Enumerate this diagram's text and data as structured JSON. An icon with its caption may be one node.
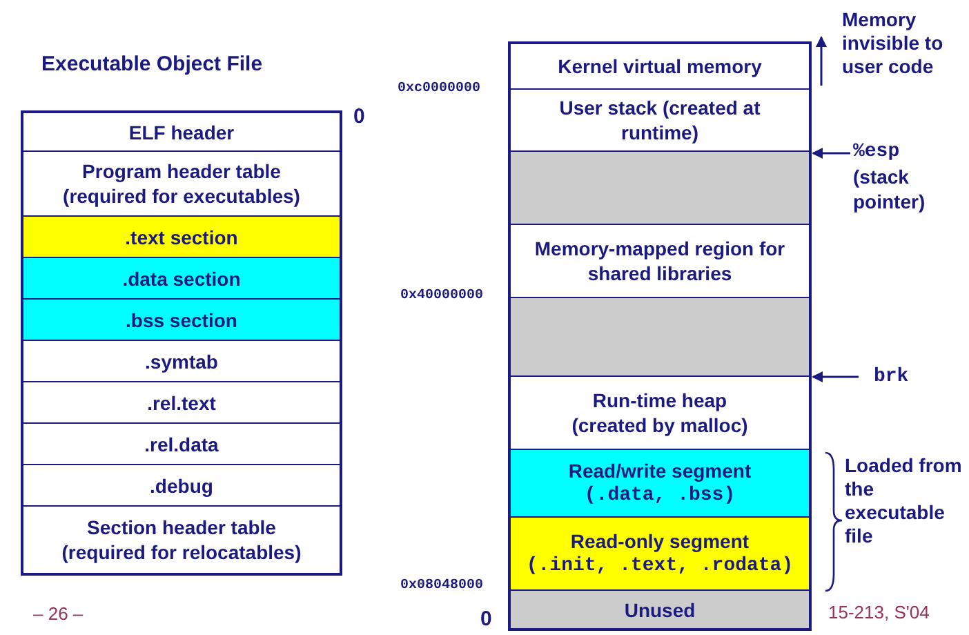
{
  "diagram": {
    "nodes": [
      {
        "text": [
          "ELF header"
        ]
      },
      {
        "text": [
          "Program header table (required for executables)"
        ]
      },
      {
        "text": [
          ".text section"
        ]
      },
      {
        "text": [
          ".data section"
        ]
      },
      {
        "text": [
          ".bss section"
        ]
      },
      {
        "text": [
          ".symtab"
        ]
      },
      {
        "text": [
          ".rel.text"
        ]
      },
      {
        "text": [
          ".rel.data"
        ]
      },
      {
        "text": [
          ".debug"
        ]
      },
      {
        "text": [
          "Section header table (required for relocatables)"
        ]
      },
      {
        "text": [
          "Kernel virtual memory"
        ]
      },
      {
        "text": [
          "User stack (created at runtime)"
        ]
      },
      {
        "text": [],
        "shape": "box"
      },
      {
        "text": [
          "Memory-mapped region for shared libraries"
        ]
      },
      {
        "text": [],
        "shape": "box"
      },
      {
        "text": [
          "Run-time heap (created by malloc)"
        ]
      },
      {
        "text": [
          "Read/write segment",
          "(.data, .bss)"
        ]
      },
      {
        "text": [
          "Read-only segment",
          "(.init, .text, .rodata)"
        ]
      },
      {
        "text": [
          "Unused"
        ]
      },
      {
        "text": [
          "%esp",
          "(stack pointer)"
        ]
      },
      {
        "text": [
          "brk"
        ]
      }
    ],
    "edges": [
      {
        "from": 19,
        "to": 11,
        "arrow": "to"
      },
      {
        "from": 20,
        "to": 15,
        "arrow": "to"
      }
    ],
    "labels": [
      "Executable Object File",
      "Memory invisible to user code",
      "0xc0000000",
      "0",
      "0x40000000",
      "Loaded from the executable file",
      "0x08048000",
      "– 26 –",
      "0",
      "15-213, S'04"
    ]
  }
}
